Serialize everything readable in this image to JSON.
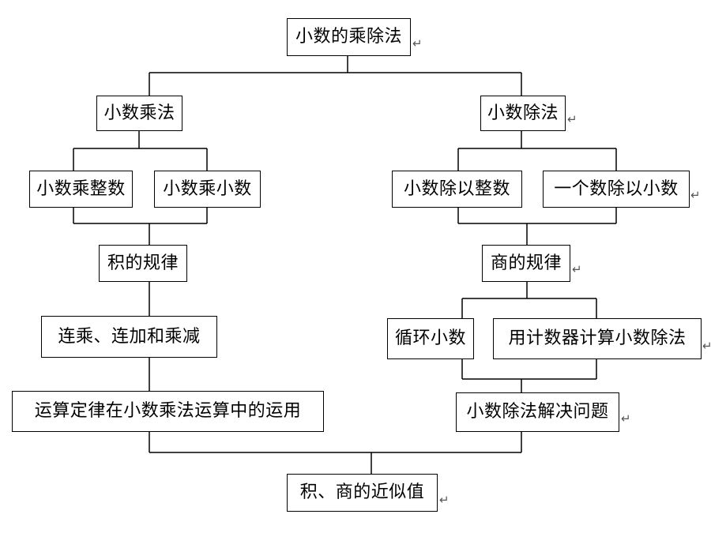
{
  "diagram": {
    "nodes": {
      "root": "小数的乘除法",
      "mul": "小数乘法",
      "div": "小数除法",
      "mul_int": "小数乘整数",
      "mul_dec": "小数乘小数",
      "div_int": "小数除以整数",
      "div_by_dec": "一个数除以小数",
      "product_rule": "积的规律",
      "quotient_rule": "商的规律",
      "chain_ops": "连乘、连加和乘减",
      "repeating": "循环小数",
      "calculator": "用计数器计算小数除法",
      "laws": "运算定律在小数乘法运算中的运用",
      "solve": "小数除法解决问题",
      "approx": "积、商的近似值"
    },
    "paragraph_mark": "↵"
  }
}
